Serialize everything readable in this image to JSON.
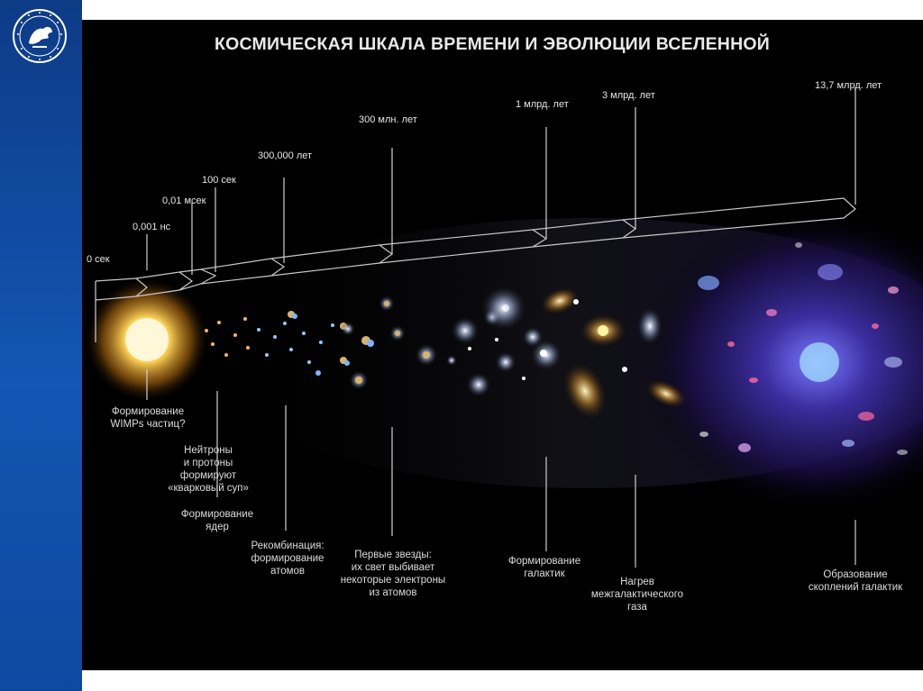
{
  "title": "КОСМИЧЕСКАЯ ШКАЛА ВРЕМЕНИ И ЭВОЛЮЦИИ ВСЕЛЕННОЙ",
  "time_labels": [
    "0 сек",
    "0,001 нс",
    "0,01 мсек",
    "100 сек",
    "300,000 лет",
    "300 млн. лет",
    "1 млрд. лет",
    "3 млрд. лет",
    "13,7 млрд. лет"
  ],
  "events": [
    "Формирование\nWIMPs частиц?",
    "Нейтроны\nи протоны\nформируют\n«кварковый суп»",
    "Формирование\nядер",
    "Рекомбинация:\nформирование\nатомов",
    "Первые звезды:\nих свет выбивает\nнекоторые электроны\nиз атомов",
    "Формирование\nгалактик",
    "Нагрев\nмежгалактического\nгаза",
    "Образование\nскоплений галактик"
  ],
  "colors": {
    "sidebar": "#1356b3",
    "background": "#000000",
    "line": "#cfcfcf"
  }
}
